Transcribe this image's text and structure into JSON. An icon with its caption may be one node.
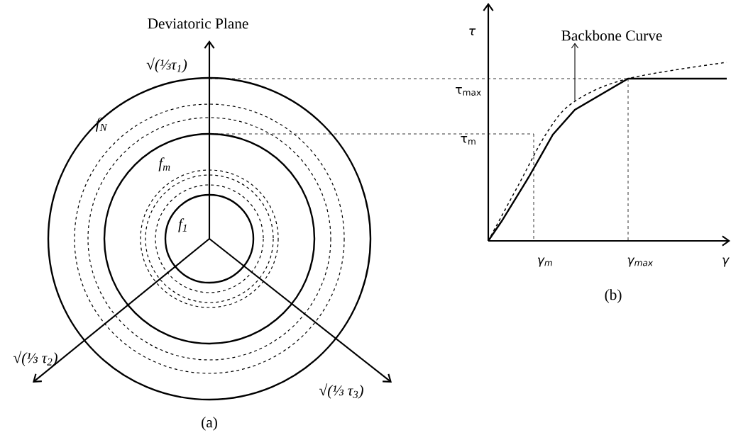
{
  "diagram": {
    "nodes": [
      {
        "text": [
          "Backbone Curve"
        ]
      },
      {
        "text": [],
        "shape": "curve"
      }
    ],
    "edges": [
      {
        "from": 1,
        "to": 0,
        "arrow": "to"
      }
    ],
    "labels": [
      "Deviatoric Plane",
      "√(⅓τ$_{1}$)",
      "f$_{N}$",
      "f$_{m}$",
      "f$_{1}$",
      "√(⅓ τ$_{2}$)",
      "√(⅓ τ$_{3}$)",
      "(a)",
      "τ",
      "τ$_{max}$",
      "τ$_{m}$",
      "γ$_{m}$",
      "γ$_{max}$",
      "γ",
      "(b)"
    ]
  }
}
